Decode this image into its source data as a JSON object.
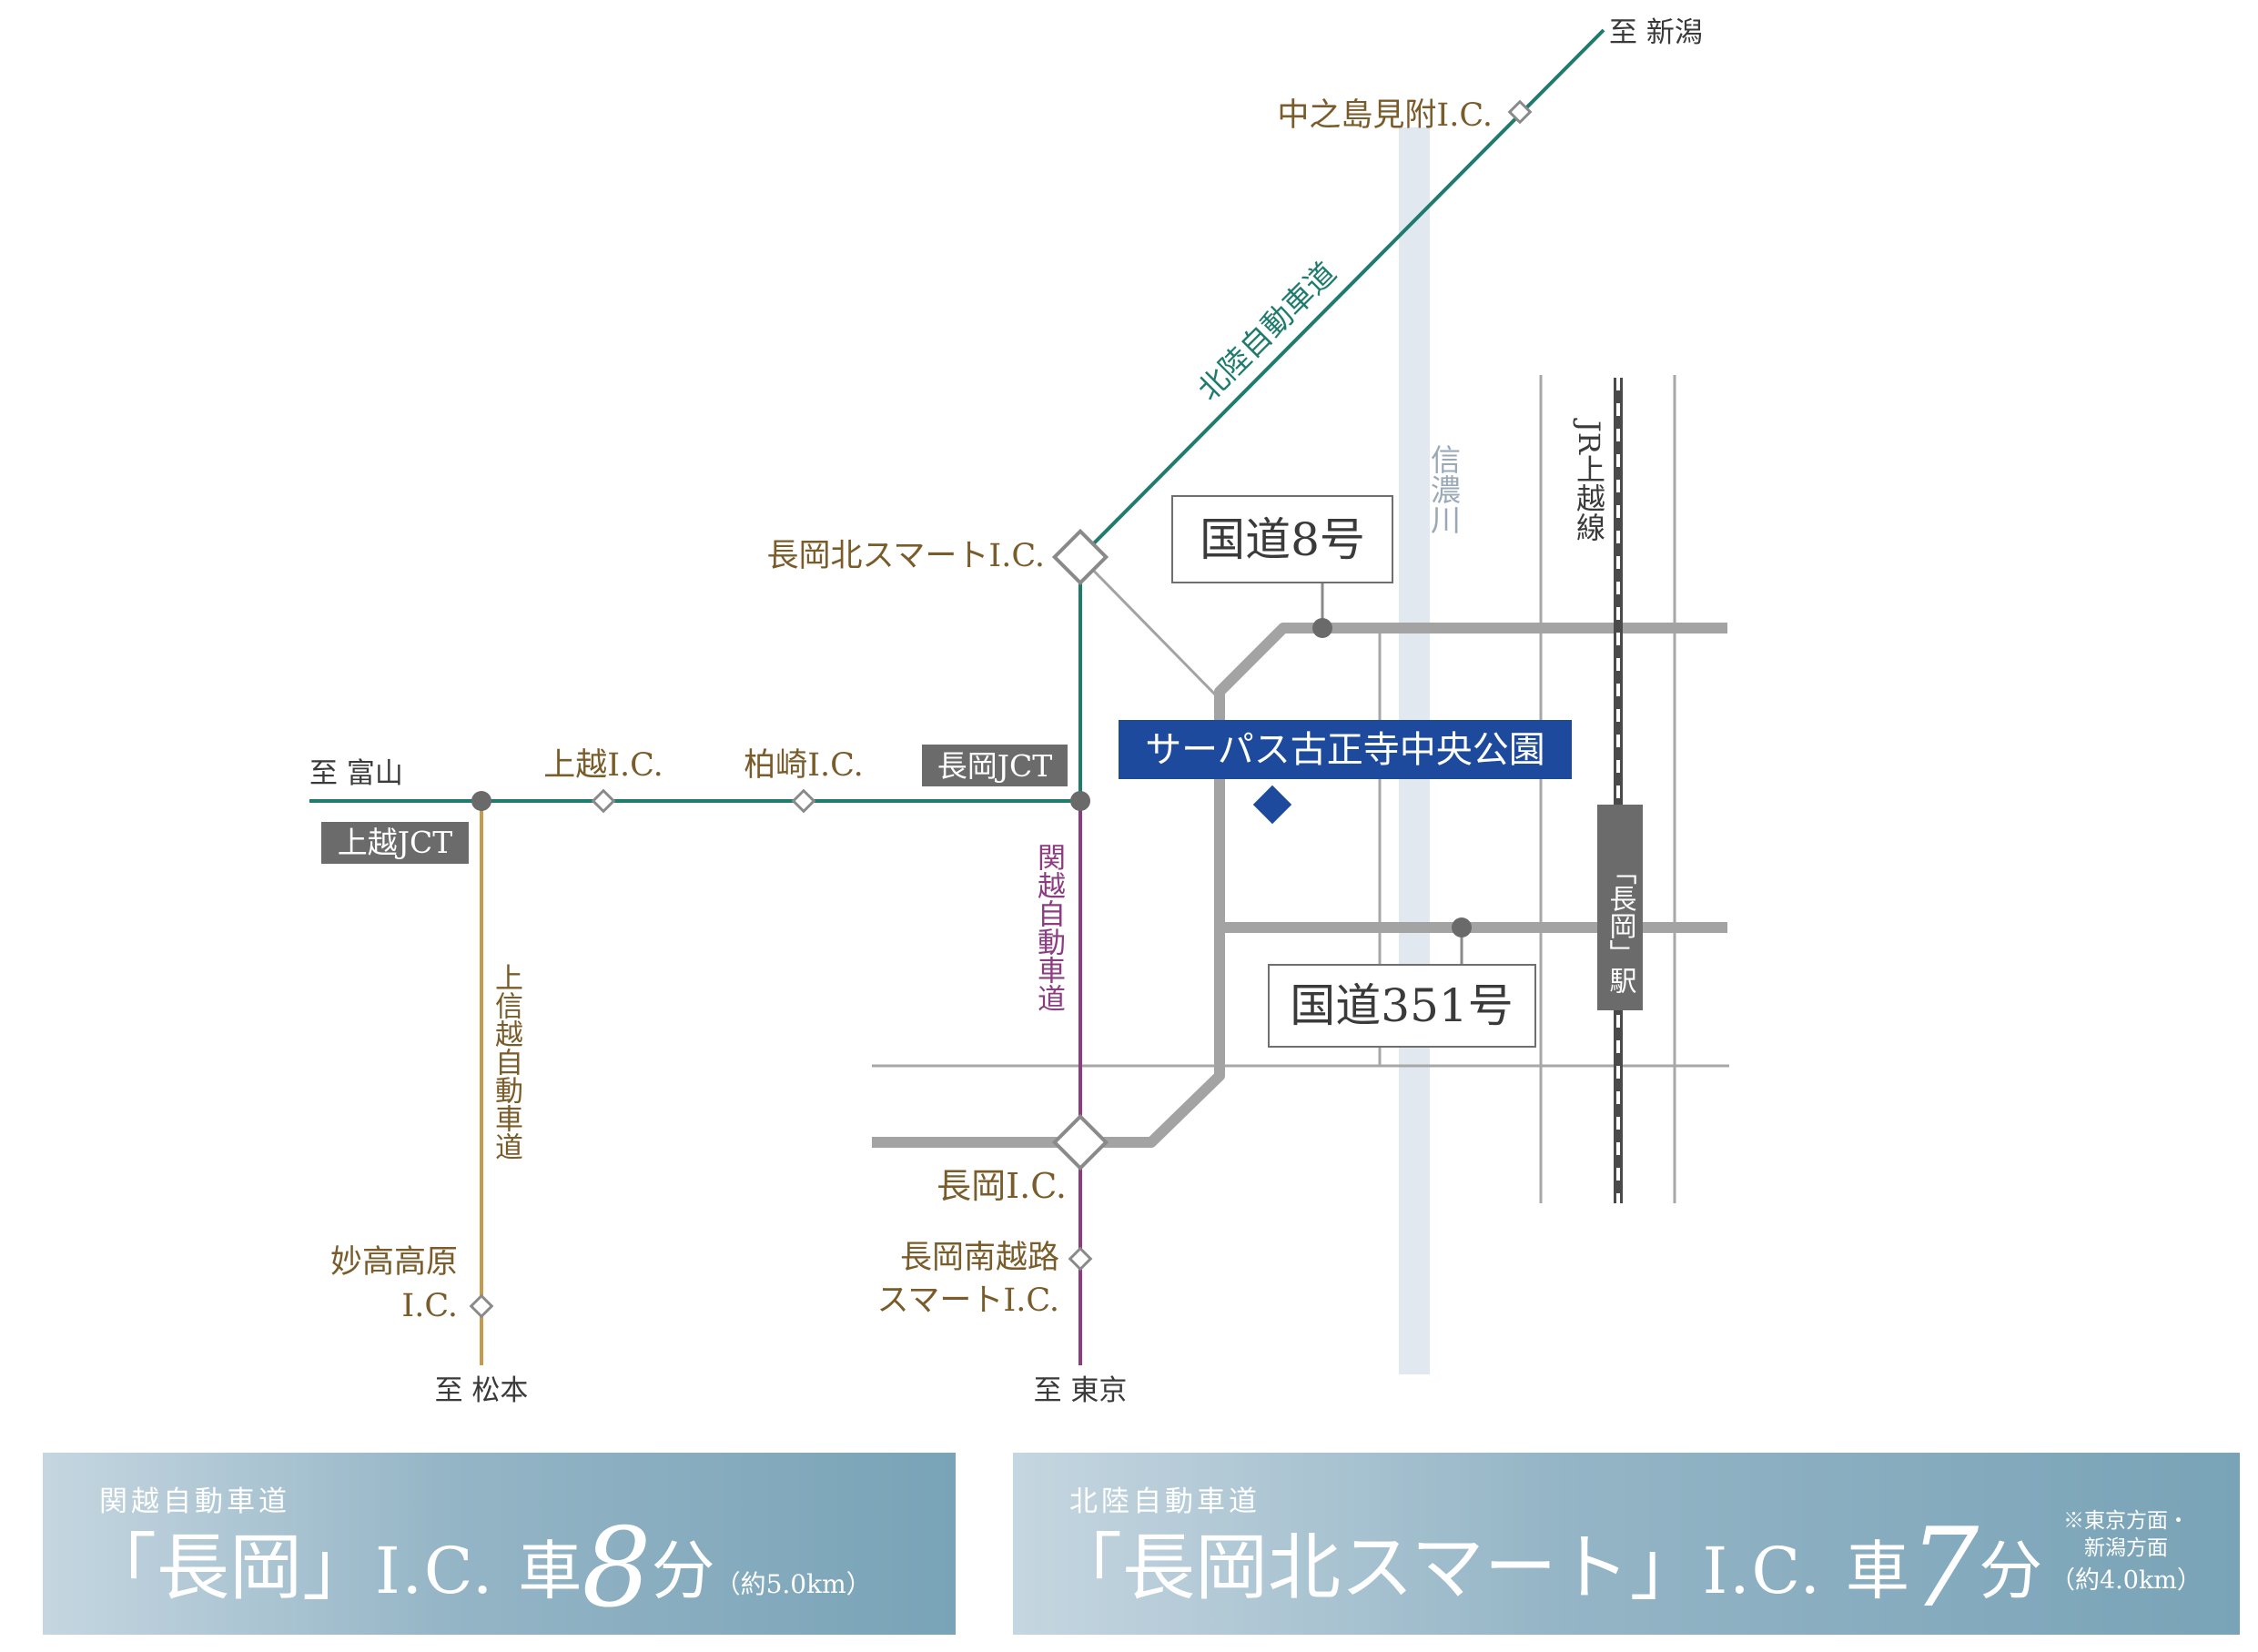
{
  "map": {
    "colors": {
      "hokuriku_expressway": "#1f7b6e",
      "kanetsu_expressway": "#8c3d82",
      "joshinetsu_expressway": "#c49a4c",
      "national_road": "#a3a3a3",
      "river": "#e1e8ef",
      "label_text": "#7a5c2a",
      "property_marker": "#1d4a9c",
      "jct_box": "#6b6b6b"
    },
    "directions": {
      "niigata": "至 新潟",
      "toyama": "至 富山",
      "matsumoto": "至 松本",
      "tokyo": "至 東京"
    },
    "interchanges": {
      "nakanoshima": "中之島見附I.C.",
      "nagaoka_kita_smart": "長岡北スマートI.C.",
      "joetsu": "上越I.C.",
      "kashiwazaki": "柏崎I.C.",
      "nagaoka": "長岡I.C.",
      "nagaoka_minami_1": "長岡南越路",
      "nagaoka_minami_2": "スマートI.C.",
      "myoko_1": "妙高高原",
      "myoko_2": "I.C."
    },
    "junctions": {
      "nagaoka_jct": "長岡JCT",
      "joetsu_jct": "上越JCT"
    },
    "expressways": {
      "hokuriku": "北陸自動車道",
      "kanetsu": "関越自動車道",
      "joshinetsu": "上信越自動車道"
    },
    "roads": {
      "route8": "国道8号",
      "route351": "国道351号"
    },
    "river": "信濃川",
    "rail_line": "JR上越線",
    "station": "「長岡」駅",
    "property": "サーパス古正寺中央公園"
  },
  "access": {
    "left": {
      "sub": "関越自動車道",
      "open": "「",
      "name": "長岡",
      "close": "」",
      "ic": "I.C.",
      "car": "車",
      "minutes": "8",
      "unit": "分",
      "distance": "（約5.0km）"
    },
    "right": {
      "sub": "北陸自動車道",
      "open": "「",
      "name": "長岡北スマート",
      "close": "」",
      "ic": "I.C.",
      "car": "車",
      "minutes": "7",
      "unit": "分",
      "note_1": "※東京方面・",
      "note_2": "新潟方面",
      "distance": "（約4.0km）"
    }
  }
}
